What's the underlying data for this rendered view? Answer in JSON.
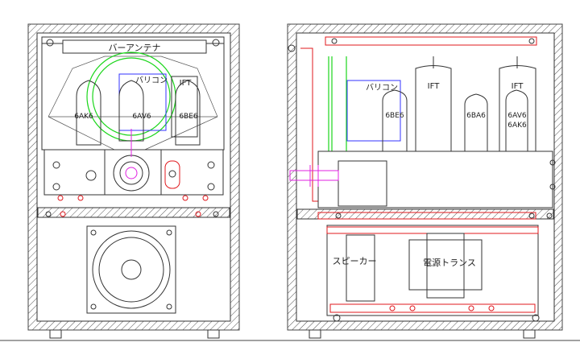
{
  "front_view": {
    "bar_antenna_label": "バーアンテナ",
    "varicon_label": "バリコン",
    "ift_label": "IFT",
    "tube_labels": [
      "6AK6",
      "6AV6",
      "6BE6"
    ]
  },
  "side_view": {
    "varicon_label": "バリコン",
    "ift_labels": [
      "IFT",
      "IFT"
    ],
    "tube_labels": [
      "6BE6",
      "6BA6",
      "6AV6",
      "6AK6"
    ],
    "speaker_label": "スピーカー",
    "power_transformer_label": "電源トランス"
  },
  "colors": {
    "outline": "#333333",
    "hatch": "#444444",
    "red_parts": "#e0181d",
    "blue_parts": "#3333ff",
    "green_dial": "#1bd61b",
    "magenta_parts": "#e020e0"
  }
}
